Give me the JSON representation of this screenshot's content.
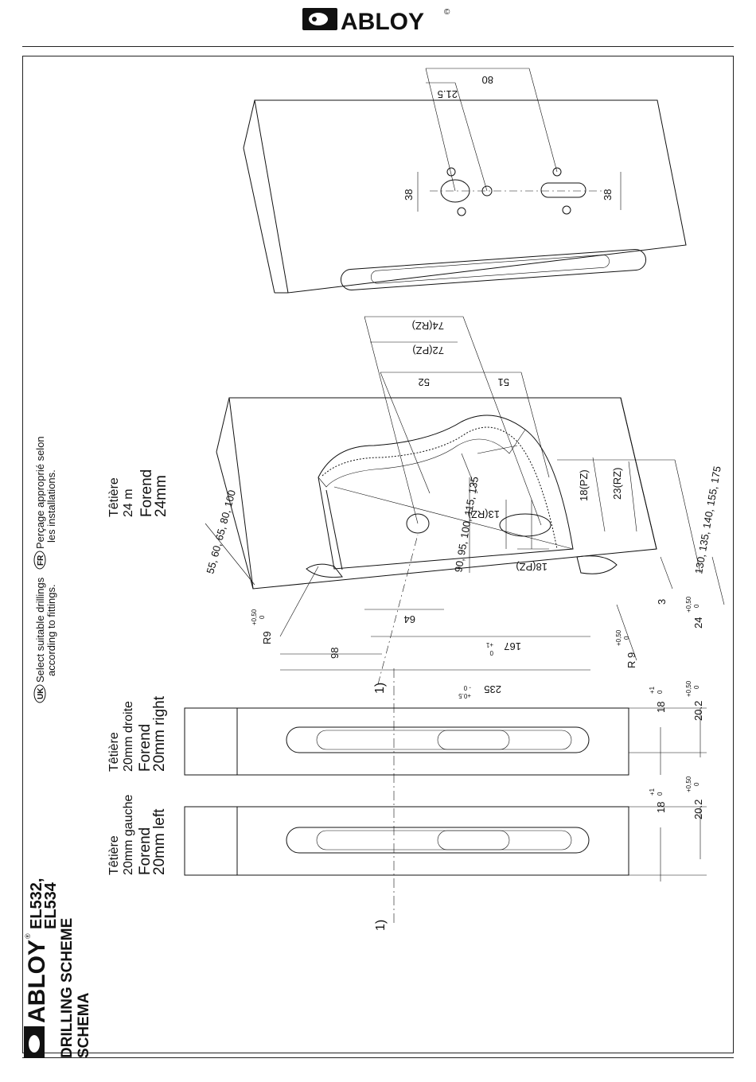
{
  "header": {
    "brand": "ABLOY",
    "registered": "©"
  },
  "title": {
    "brand": "ABLOY",
    "registered": "®",
    "models_line1": "EL532,",
    "models_line2": "EL534",
    "line1": "DRILLING SCHEME",
    "line2": "SCHEMA"
  },
  "notes": {
    "uk_badge": "UK",
    "uk_line1": "Select suitable drillings",
    "uk_line2": "according to fittings.",
    "fr_badge": "FR",
    "fr_line1": "Perçage approprié selon",
    "fr_line2": "les installations."
  },
  "forends": {
    "left": {
      "fr1": "Têtière",
      "fr2": "20mm gauche",
      "en1": "Forend",
      "en2": "20mm left"
    },
    "right": {
      "fr1": "Têtière",
      "fr2": "20mm droite",
      "en1": "Forend",
      "en2": "20mm right"
    },
    "main": {
      "fr1": "Têtière",
      "fr2": "24 m",
      "en1": "Forend",
      "en2": "24mm"
    }
  },
  "marker": "1)",
  "dims": {
    "d18": "18",
    "tol_plus1": "+1",
    "tol_zero": "0",
    "d202": "20.2",
    "tol_050": "+0,50",
    "d235": "235",
    "tol_235a": "- 0",
    "tol_235b": "+0.5",
    "d98": "98",
    "d167": "167",
    "d64": "64",
    "r9": "R9",
    "r9b": "R 9",
    "d3": "3",
    "d24": "24",
    "series1": "55, 60, 65, 80, 100",
    "series2": "90, 95, 100, 115, 135",
    "series3": "130, 135, 140, 155, 175",
    "d18pz": "18(PZ)",
    "d13rz": "13(RZ)",
    "d18pzb": "18(PZ)",
    "d23rz": "23(RZ)",
    "d52": "52",
    "d51": "51",
    "d72pz": "72(PZ)",
    "d74rz": "74(RZ)",
    "d80": "80",
    "d215": "21.5",
    "d38a": "38",
    "d38b": "38"
  }
}
